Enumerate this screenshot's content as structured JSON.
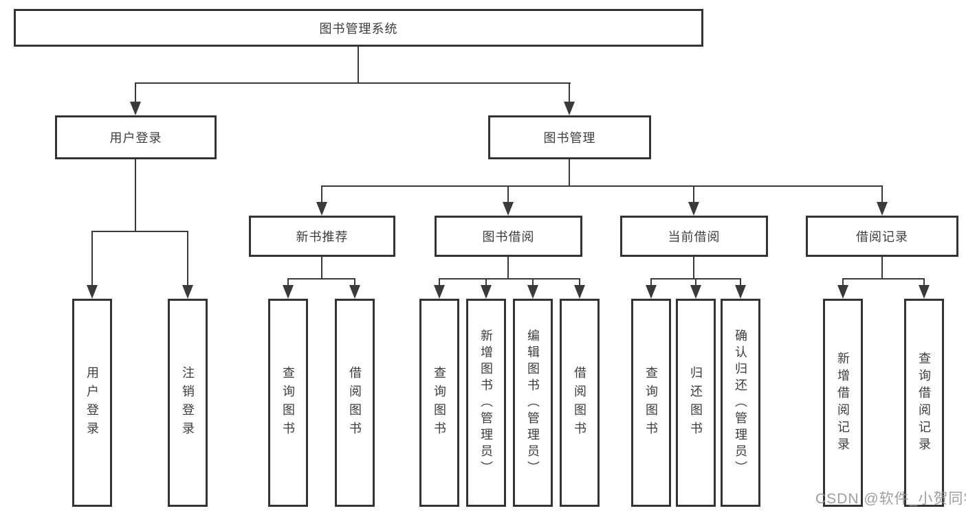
{
  "diagram_title": "图书管理系统",
  "tree": {
    "root": {
      "label": "图书管理系统"
    },
    "level2": [
      {
        "id": "user-login",
        "label": "用户登录"
      },
      {
        "id": "book-management",
        "label": "图书管理"
      }
    ],
    "level3": [
      {
        "id": "new-book-recommend",
        "label": "新书推荐",
        "parent": "图书管理"
      },
      {
        "id": "book-borrowing",
        "label": "图书借阅",
        "parent": "图书管理"
      },
      {
        "id": "current-borrowing",
        "label": "当前借阅",
        "parent": "图书管理"
      },
      {
        "id": "borrowing-records",
        "label": "借阅记录",
        "parent": "图书管理"
      }
    ],
    "leaves": [
      {
        "id": "leaf-user-login",
        "label": "用户登录",
        "parent": "用户登录"
      },
      {
        "id": "leaf-logout",
        "label": "注销登录",
        "parent": "用户登录"
      },
      {
        "id": "leaf-query-books-recommend",
        "label": "查询图书",
        "parent": "新书推荐"
      },
      {
        "id": "leaf-borrow-books-recommend",
        "label": "借阅图书",
        "parent": "新书推荐"
      },
      {
        "id": "leaf-query-books-borrowing",
        "label": "查询图书",
        "parent": "图书借阅"
      },
      {
        "id": "leaf-add-books-admin",
        "label": "新增图书（管理员）",
        "parent": "图书借阅"
      },
      {
        "id": "leaf-edit-books-admin",
        "label": "编辑图书（管理员）",
        "parent": "图书借阅"
      },
      {
        "id": "leaf-borrow-books-borrowing",
        "label": "借阅图书",
        "parent": "图书借阅"
      },
      {
        "id": "leaf-query-books-current",
        "label": "查询图书",
        "parent": "当前借阅"
      },
      {
        "id": "leaf-return-books",
        "label": "归还图书",
        "parent": "当前借阅"
      },
      {
        "id": "leaf-confirm-return-admin",
        "label": "确认归还（管理员）",
        "parent": "当前借阅"
      },
      {
        "id": "leaf-add-borrow-record",
        "label": "新增借阅记录",
        "parent": "借阅记录"
      },
      {
        "id": "leaf-query-borrow-record",
        "label": "查询借阅记录",
        "parent": "借阅记录"
      }
    ]
  },
  "watermark": "CSDN @软件_小贺同学",
  "colors": {
    "background": "#ffffff",
    "box_border": "#333333",
    "line": "#3a3a3a",
    "text": "#3d3d3d",
    "watermark": "#949494"
  }
}
